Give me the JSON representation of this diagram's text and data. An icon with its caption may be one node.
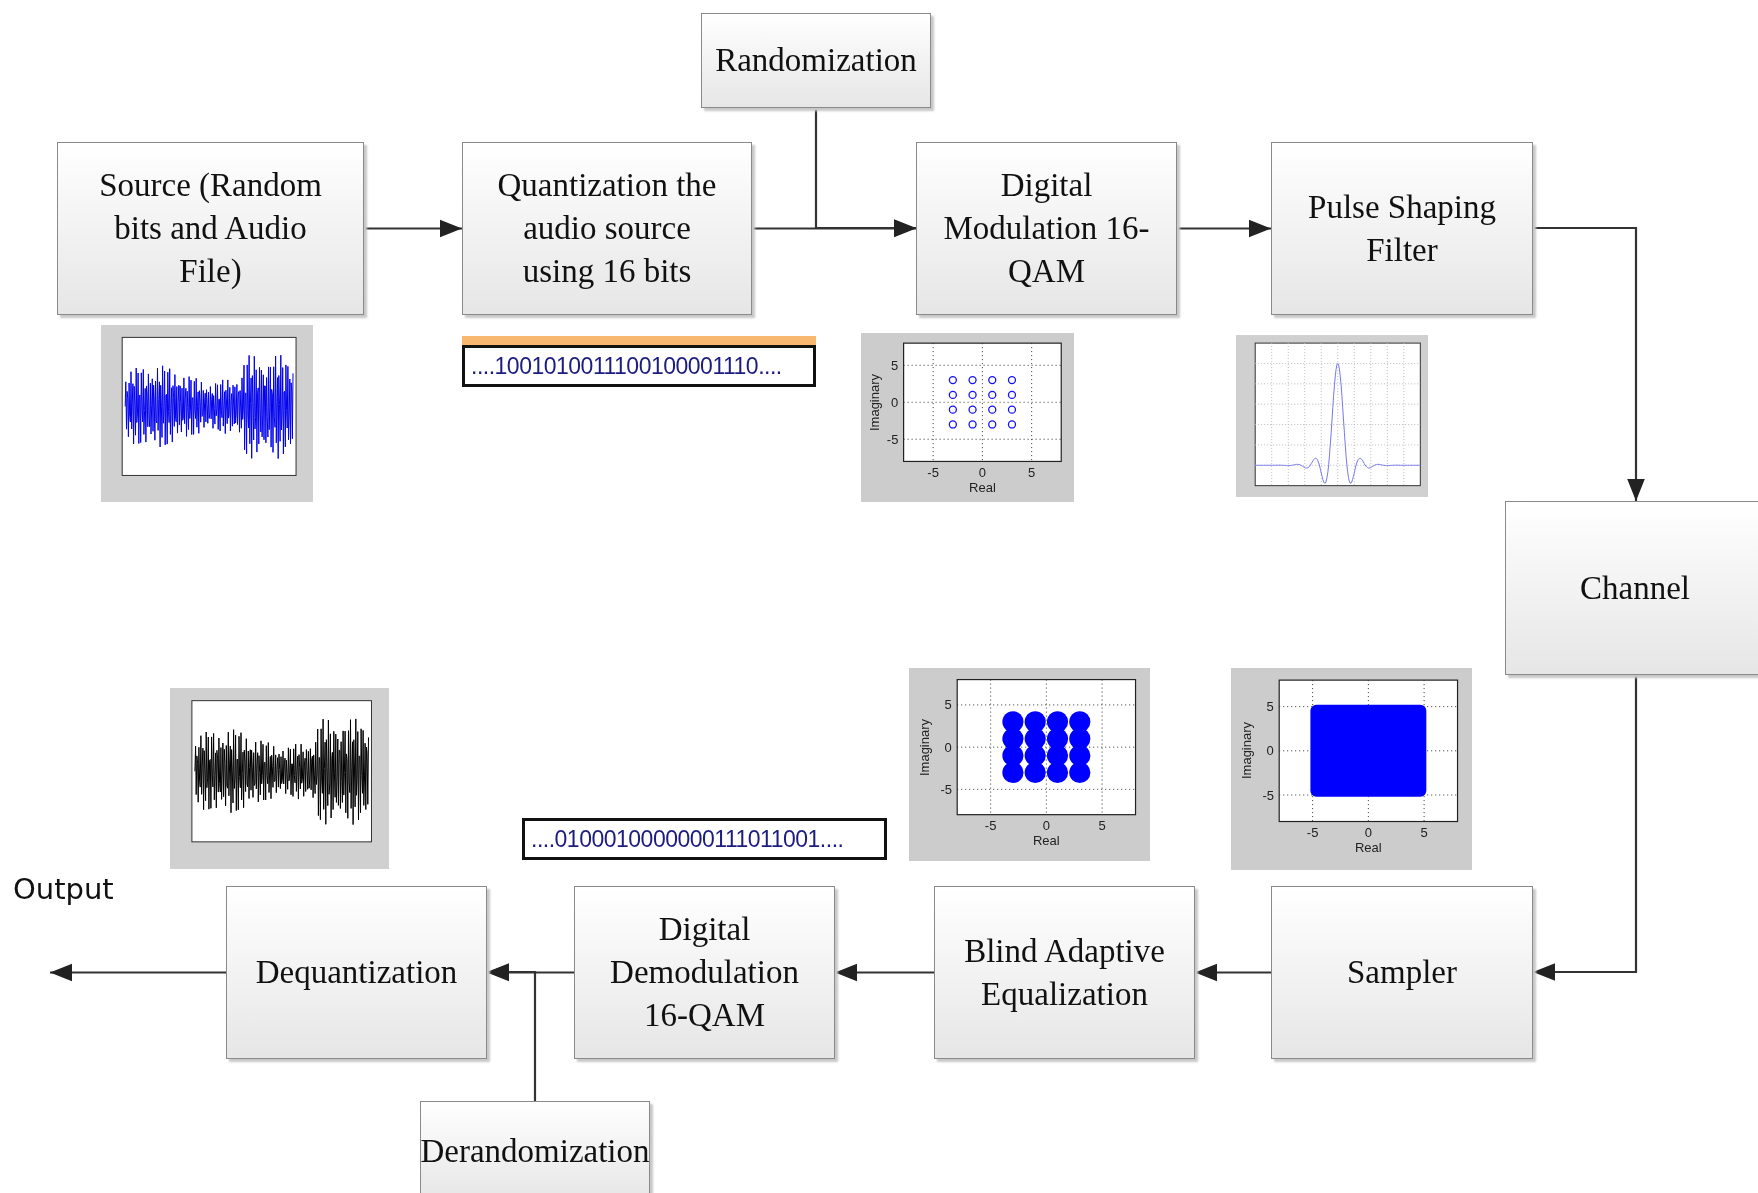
{
  "diagram": {
    "nodes": [
      {
        "text": [
          "Randomization"
        ]
      },
      {
        "text": [
          "Source (Random bits and Audio File)"
        ]
      },
      {
        "text": [
          "Quantization the audio source using 16 bits"
        ]
      },
      {
        "text": [
          "Digital Modulation 16-QAM"
        ]
      },
      {
        "text": [
          "Pulse Shaping Filter"
        ]
      },
      {
        "text": [
          "Channel"
        ]
      },
      {
        "text": [
          "Output"
        ]
      },
      {
        "text": [
          "Dequantization"
        ]
      },
      {
        "text": [
          "Digital Demodulation 16-QAM"
        ]
      },
      {
        "text": [
          "Blind Adaptive Equalization"
        ]
      },
      {
        "text": [
          "Sampler"
        ]
      },
      {
        "text": [
          "Derandomization"
        ]
      }
    ],
    "edges": [
      {
        "from": 1,
        "to": 2,
        "arrow": "to"
      },
      {
        "from": 0,
        "to": 3,
        "arrow": "to"
      },
      {
        "from": 2,
        "to": 3,
        "arrow": "to"
      },
      {
        "from": 3,
        "to": 4,
        "arrow": "to"
      },
      {
        "from": 4,
        "to": 5,
        "arrow": "to"
      },
      {
        "from": 5,
        "to": 10,
        "arrow": "to"
      },
      {
        "from": 10,
        "to": 9,
        "arrow": "to"
      },
      {
        "from": 9,
        "to": 8,
        "arrow": "to"
      },
      {
        "from": 8,
        "to": 7,
        "arrow": "to"
      },
      {
        "from": 11,
        "to": 7,
        "arrow": "to"
      },
      {
        "from": 7,
        "to": 6,
        "arrow": "to"
      }
    ],
    "labels": [
      "....1001010011100100001110....",
      "5",
      "0",
      "-5",
      "Imaginary",
      "-5",
      "0",
      "5",
      "Real",
      "5",
      "0",
      "-5",
      "Imaginary",
      "-5",
      "0",
      "5",
      "Real",
      "5",
      "0",
      "-5",
      "Imaginary",
      "-5",
      "0",
      "5",
      "Real",
      "....0100010000000111011001...."
    ]
  }
}
